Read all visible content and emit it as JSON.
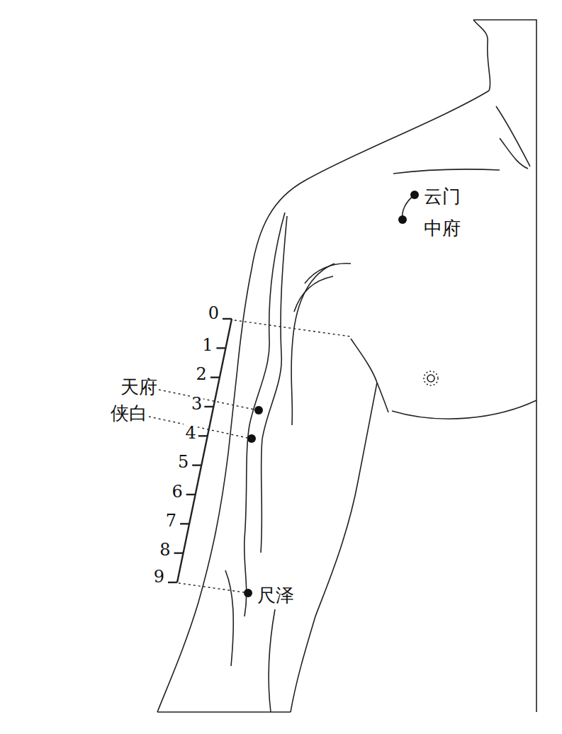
{
  "diagram": {
    "labels": [
      "云门",
      "中府",
      "0",
      "1",
      "2",
      "天府",
      "3",
      "侠白",
      "4",
      "5",
      "6",
      "7",
      "8",
      "9",
      "尺泽"
    ]
  }
}
